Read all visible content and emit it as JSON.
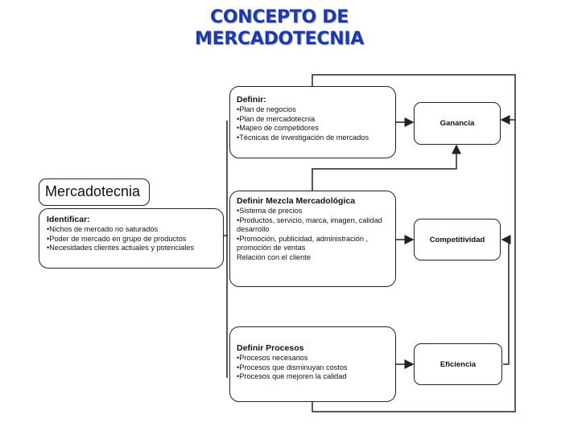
{
  "title": {
    "line1": "CONCEPTO DE",
    "line2": "MERCADOTECNIA"
  },
  "mercadotecnia": {
    "label": "Mercadotecnia",
    "heading": "Identificar:",
    "items": [
      "•Nichos de mercado no saturados",
      "•Poder de mercado en grupo de productos",
      "•Necesidades clientes actuales y potenciales"
    ]
  },
  "definir": {
    "heading": "Definir:",
    "items": [
      "•Plan de negocios",
      "•Plan de mercadotecnia",
      "•Mapeo de competidores",
      "•Técnicas de investigación de mercados"
    ]
  },
  "mezcla": {
    "heading": "Definir Mezcla Mercadológica",
    "items": [
      "•Sistema de precios",
      "•Productos, servicio, marca, imagen, calidad",
      "desarrollo",
      "•Promoción, publicidad, administración ,",
      "promoción de ventas",
      "Relación con el cliente"
    ]
  },
  "procesos": {
    "heading": "Definir Procesos",
    "items": [
      "•Procesos necesarios",
      "•Procesos que disminuyan costos",
      "•Procesos que mejoren la calidad"
    ]
  },
  "outcomes": {
    "ganancia": "Ganancia",
    "competitividad": "Competitividad",
    "eficiencia": "Eficiencia"
  }
}
